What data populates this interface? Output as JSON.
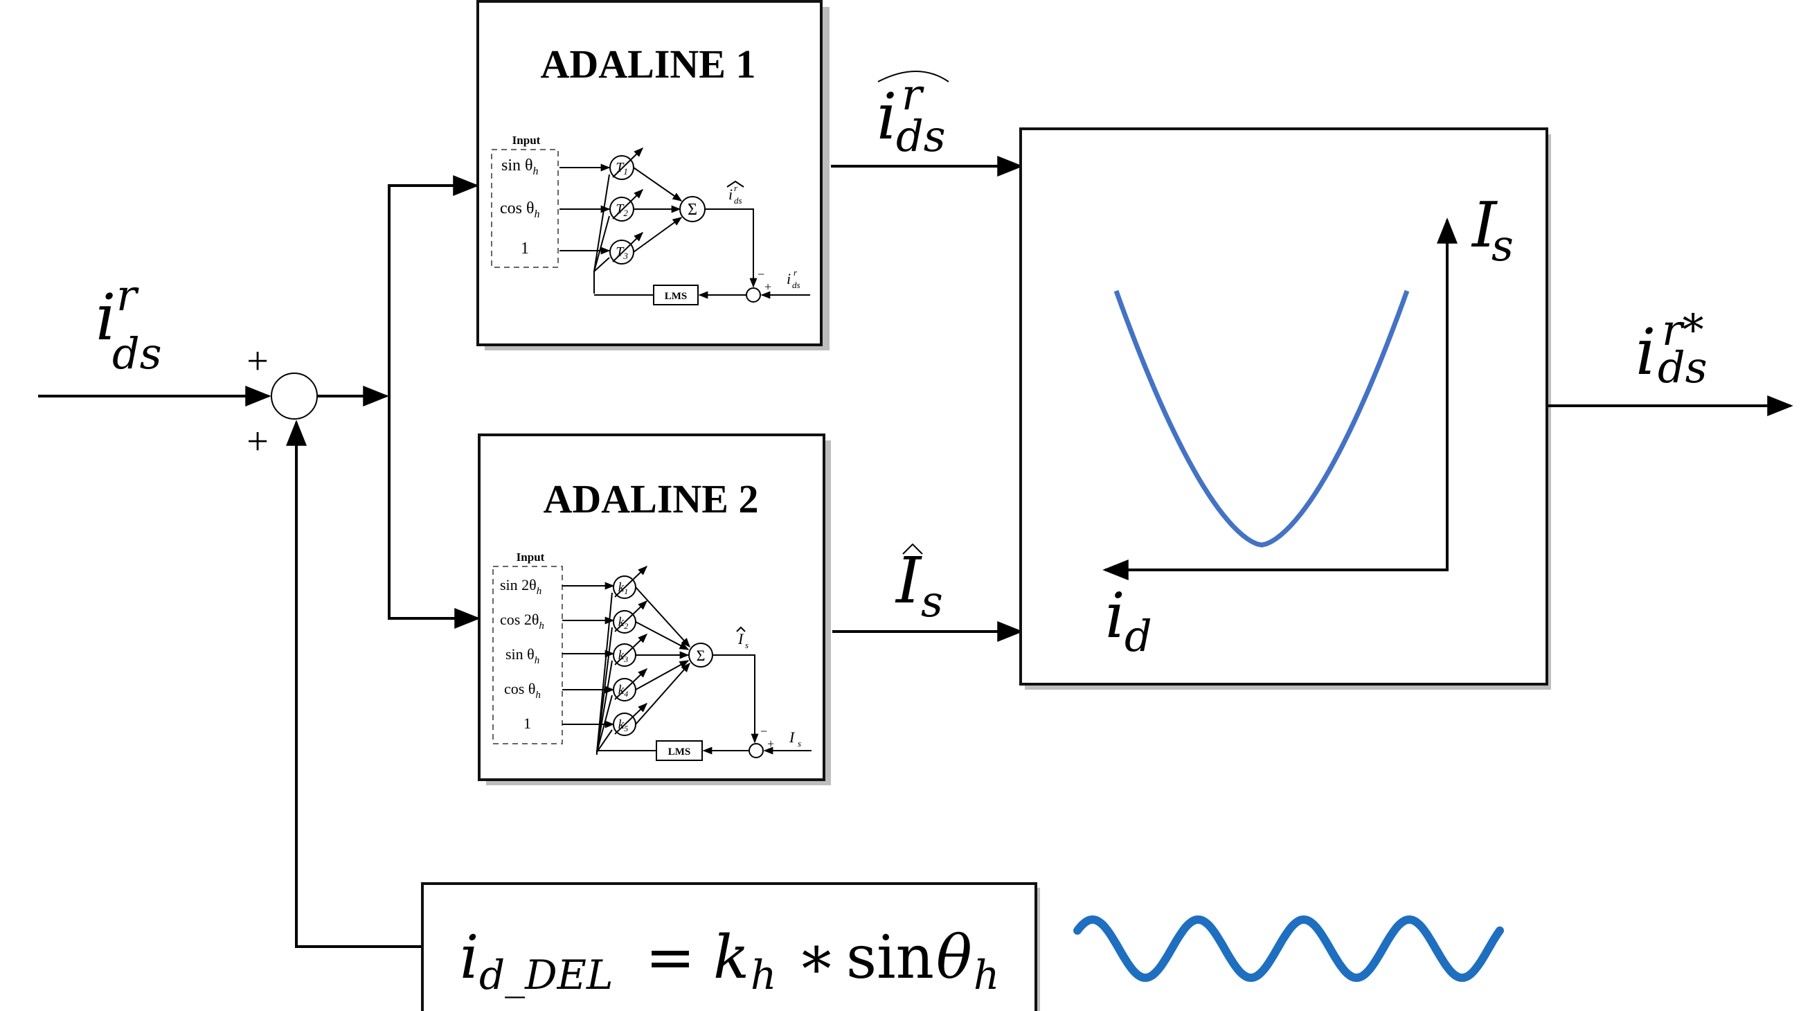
{
  "adaline1": {
    "title": "ADALINE 1",
    "input_label": "Input",
    "inputs": [
      {
        "fn": "sin θ",
        "sub": "h"
      },
      {
        "fn": "cos θ",
        "sub": "h"
      },
      {
        "fn": "1",
        "sub": ""
      }
    ],
    "weights": [
      {
        "sym": "T",
        "sub": "1"
      },
      {
        "sym": "T",
        "sub": "2"
      },
      {
        "sym": "T",
        "sub": "3"
      }
    ],
    "sum_symbol": "Σ",
    "lms": "LMS",
    "output": {
      "sym": "i",
      "sup": "r",
      "sub": "ds"
    },
    "target": {
      "sym": "i",
      "sup": "r",
      "sub": "ds"
    },
    "minus": "−",
    "plus": "+"
  },
  "adaline2": {
    "title": "ADALINE 2",
    "input_label": "Input",
    "inputs": [
      {
        "fn": "sin 2θ",
        "sub": "h"
      },
      {
        "fn": "cos 2θ",
        "sub": "h"
      },
      {
        "fn": "sin θ",
        "sub": "h"
      },
      {
        "fn": "cos θ",
        "sub": "h"
      },
      {
        "fn": "1",
        "sub": ""
      }
    ],
    "weights": [
      {
        "sym": "k",
        "sub": "1"
      },
      {
        "sym": "k",
        "sub": "2"
      },
      {
        "sym": "k",
        "sub": "3"
      },
      {
        "sym": "k",
        "sub": "4"
      },
      {
        "sym": "k",
        "sub": "5"
      }
    ],
    "sum_symbol": "Σ",
    "lms": "LMS",
    "output": {
      "sym": "I",
      "sub": "s"
    },
    "target": {
      "sym": "I",
      "sub": "s"
    },
    "minus": "−",
    "plus": "+"
  },
  "signals": {
    "input": {
      "sym": "i",
      "sup": "r",
      "sub": "ds"
    },
    "adaline1_out": {
      "sym": "i",
      "sup": "r",
      "sub": "ds"
    },
    "adaline2_out": {
      "sym": "I",
      "sub": "s"
    },
    "output": {
      "sym": "i",
      "sup": "r*",
      "sub": "ds"
    },
    "sum_plus_top": "+",
    "sum_plus_bottom": "+"
  },
  "curve_plot": {
    "y_axis": {
      "sym": "I",
      "sub": "s"
    },
    "x_axis": {
      "sym": "i",
      "sub": "d"
    },
    "curve_color": "#4472C4"
  },
  "injection": {
    "lhs_sym": "i",
    "lhs_sub": "d_DEL",
    "equals": "=",
    "k_sym": "k",
    "k_sub": "h",
    "times": "∗",
    "fn": "sin",
    "theta": "θ",
    "theta_sub": "h",
    "wave_color": "#1F6FC0"
  }
}
